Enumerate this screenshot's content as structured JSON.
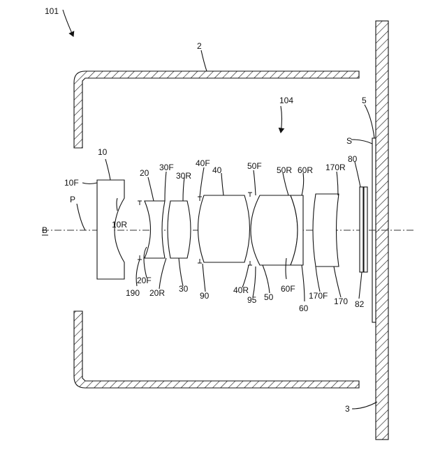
{
  "labels": {
    "fig_ref": "101",
    "housing": "2",
    "plate": "3",
    "sensor_ref": "5",
    "sensor_surface": "S",
    "system_ref": "104",
    "axis_b": "B",
    "axis_p": "P",
    "lens_10": "10",
    "lens_10F": "10F",
    "lens_10R": "10R",
    "lens_20": "20",
    "lens_20F": "20F",
    "lens_20R": "20R",
    "lens_30": "30",
    "lens_30F": "30F",
    "lens_30R": "30R",
    "lens_40": "40",
    "lens_40F": "40F",
    "lens_40R": "40R",
    "lens_50": "50",
    "lens_50F": "50F",
    "lens_50R": "50R",
    "lens_60": "60",
    "lens_60F": "60F",
    "lens_60R": "60R",
    "filter_170": "170",
    "filter_170F": "170F",
    "filter_170R": "170R",
    "cover_80": "80",
    "cover_82": "82",
    "stop_190": "190",
    "stop_90": "90",
    "stop_95": "95"
  }
}
